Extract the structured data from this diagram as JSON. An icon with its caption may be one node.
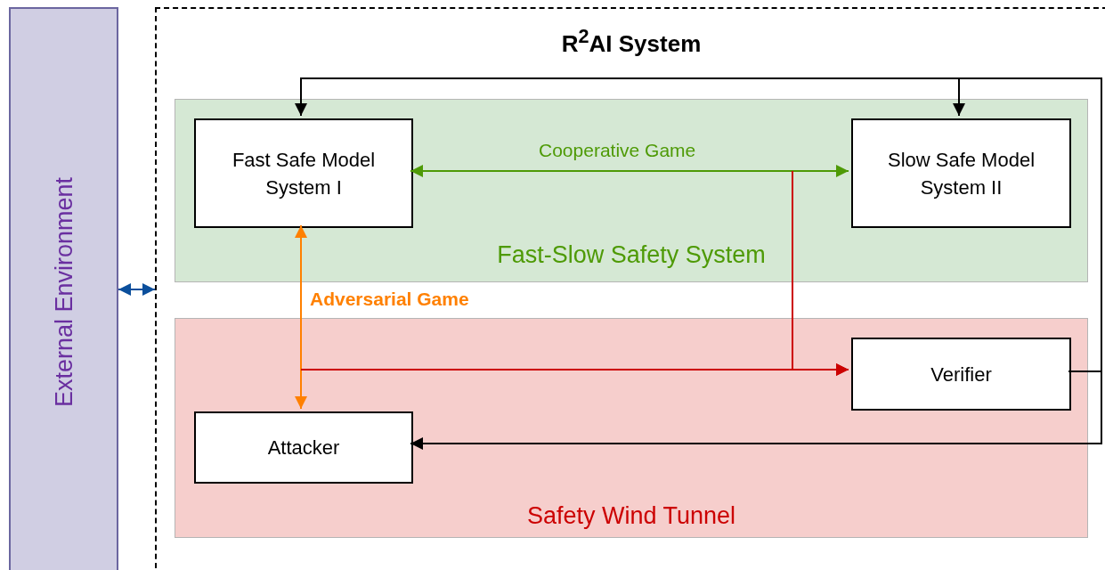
{
  "diagram": {
    "nodes": [
      {
        "text": [
          "External Environment"
        ]
      },
      {
        "text": [
          "R$^{2}$AI System"
        ]
      },
      {
        "text": [
          "Fast-Slow Safety System"
        ],
        "in": 1
      },
      {
        "text": [
          "Fast Safe Model System I"
        ],
        "in": 2
      },
      {
        "text": [
          "Slow Safe Model System II"
        ],
        "in": 2
      },
      {
        "text": [
          "Safety Wind Tunnel"
        ],
        "in": 1
      },
      {
        "text": [
          "Verifier"
        ],
        "in": 5
      },
      {
        "text": [
          "Attacker"
        ],
        "in": 5
      }
    ],
    "edges": [
      {
        "from": 0,
        "to": 1,
        "arrow": "both",
        "color": "#0b4f9c"
      },
      {
        "from": 3,
        "to": 4,
        "arrow": "both",
        "label": "Cooperative Game",
        "color": "#4e9a06"
      },
      {
        "from": 3,
        "to": 7,
        "arrow": "both",
        "label": "Adversarial Game",
        "color": "#ff8000"
      },
      {
        "from": null,
        "to": 6,
        "arrow": "to",
        "color": "#cc0000"
      },
      {
        "from": null,
        "to": 6,
        "arrow": "to",
        "color": "#cc0000"
      },
      {
        "from": 6,
        "to": 3,
        "arrow": "to"
      },
      {
        "from": 6,
        "to": 4,
        "arrow": "to"
      },
      {
        "from": 6,
        "to": 7,
        "arrow": "to"
      }
    ]
  }
}
